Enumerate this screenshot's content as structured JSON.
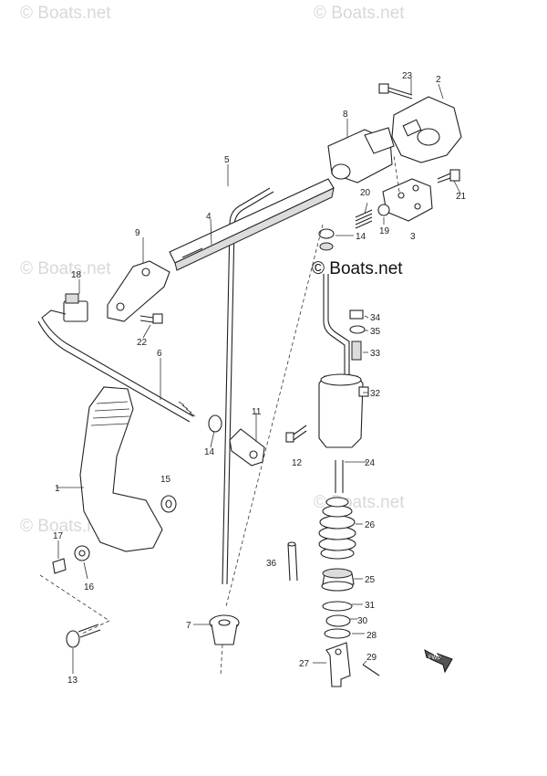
{
  "watermarks": {
    "light": "© Boats.net",
    "dark": "© Boats.net"
  },
  "labels": {
    "p1": "1",
    "p2": "2",
    "p3": "3",
    "p4": "4",
    "p5": "5",
    "p6": "6",
    "p7": "7",
    "p8": "8",
    "p9": "9",
    "p11": "11",
    "p12": "12",
    "p13": "13",
    "p14a": "14",
    "p14b": "14",
    "p15": "15",
    "p16": "16",
    "p17": "17",
    "p18": "18",
    "p19": "19",
    "p20": "20",
    "p21": "21",
    "p22": "22",
    "p23": "23",
    "p24": "24",
    "p25": "25",
    "p26": "26",
    "p27": "27",
    "p28": "28",
    "p29": "29",
    "p30": "30",
    "p31": "31",
    "p32": "32",
    "p33": "33",
    "p34": "34",
    "p35": "35",
    "p36": "36"
  },
  "fwd_label": "FWD"
}
